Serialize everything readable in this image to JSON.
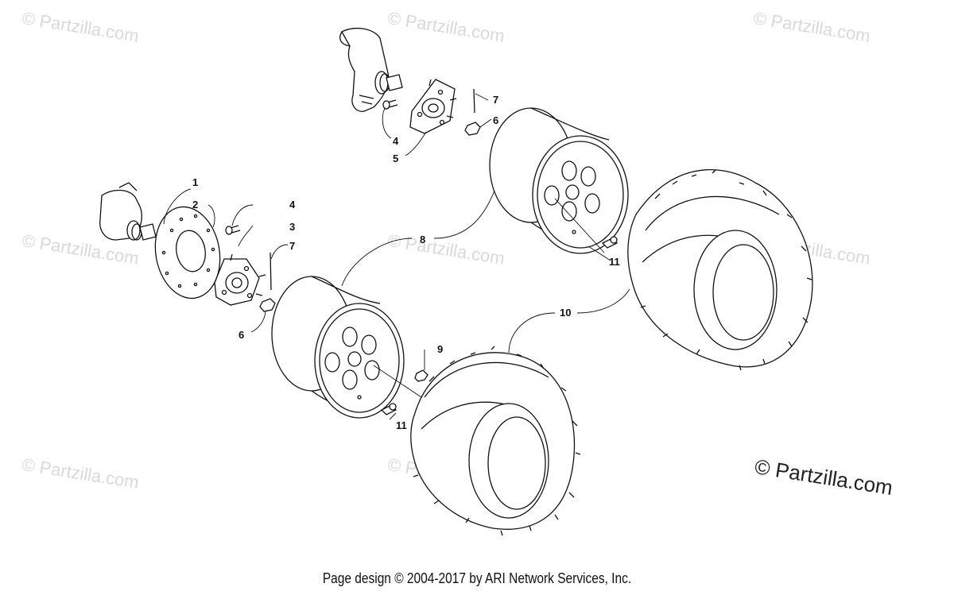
{
  "watermark": "© Partzilla.com",
  "brand": "© Partzilla.com",
  "footer": "Page design © 2004-2017 by ARI Network Services, Inc.",
  "callouts": {
    "c1": "1",
    "c2": "2",
    "c3": "3",
    "c4a": "4",
    "c4b": "4",
    "c5": "5",
    "c6a": "6",
    "c6b": "6",
    "c7a": "7",
    "c7b": "7",
    "c8": "8",
    "c9": "9",
    "c10": "10",
    "c11a": "11",
    "c11b": "11"
  }
}
